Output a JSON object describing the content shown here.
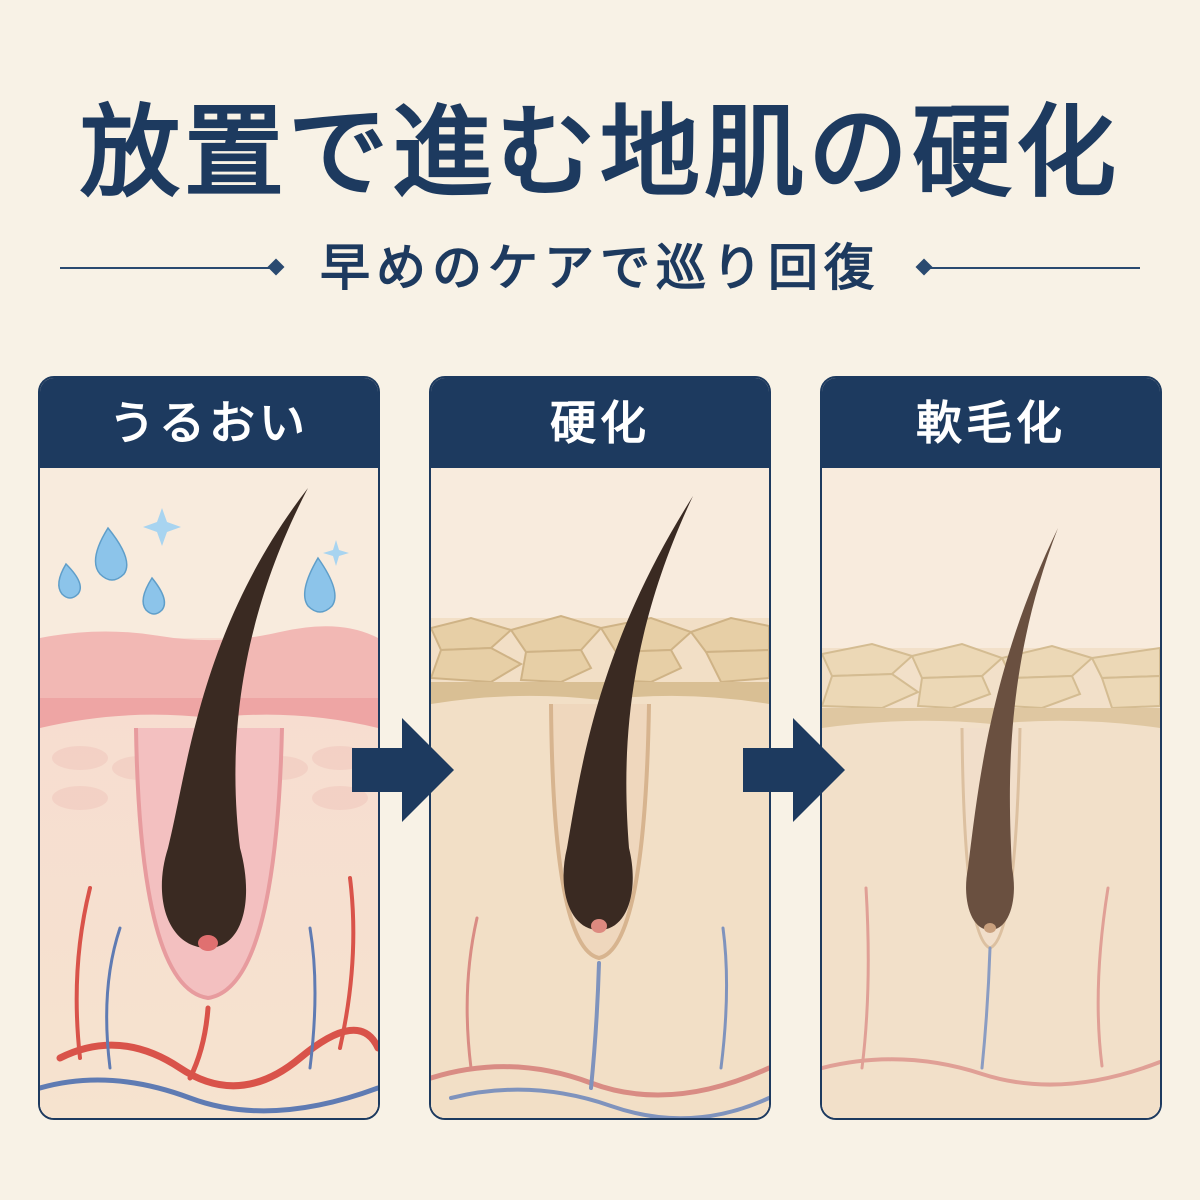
{
  "title": "放置で進む地肌の硬化",
  "subtitle": "早めのケアで巡り回復",
  "panels": [
    {
      "label": "うるおい",
      "state": "moist"
    },
    {
      "label": "硬化",
      "state": "hardened"
    },
    {
      "label": "軟毛化",
      "state": "vellus"
    }
  ],
  "colors": {
    "navy": "#1d3a5f",
    "background": "#f8f2e6",
    "hair": "#3a2a22",
    "artery": "#d9534a",
    "vein": "#5f7bb3",
    "water": "#8cc4ea"
  },
  "icons": [
    "water-drop-icon",
    "sparkle-icon",
    "arrow-right-icon",
    "diamond-icon"
  ]
}
